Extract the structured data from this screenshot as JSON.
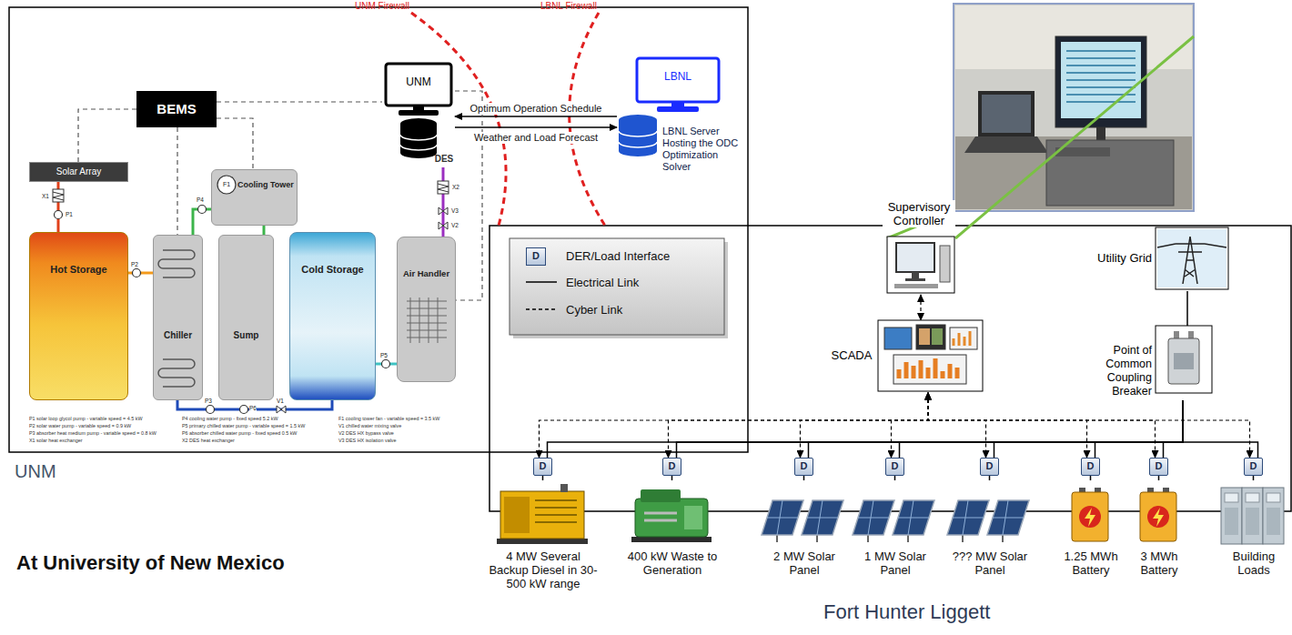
{
  "diagram": {
    "nodes": [
      {
        "text": [
          "UNM"
        ]
      },
      {
        "text": [
          "LBNL",
          "LBNL Server Hosting the ODC Optimization Solver"
        ]
      },
      {
        "text": [
          "BEMS"
        ]
      },
      {
        "text": [
          "Solar Array"
        ]
      },
      {
        "text": [
          "Cooling Tower"
        ]
      },
      {
        "text": [
          "DES"
        ]
      },
      {
        "text": [
          "Hot Storage"
        ]
      },
      {
        "text": [
          "Chiller"
        ]
      },
      {
        "text": [
          "Sump"
        ]
      },
      {
        "text": [
          "Cold Storage"
        ]
      },
      {
        "text": [
          "Air Handler"
        ]
      },
      {
        "text": [
          "Supervisory Controller"
        ]
      },
      {
        "text": [
          "Utility Grid"
        ]
      },
      {
        "text": [
          "SCADA"
        ]
      },
      {
        "text": [
          "Point of Common Coupling Breaker"
        ]
      },
      {
        "text": [
          "D"
        ]
      },
      {
        "text": [
          "D"
        ]
      },
      {
        "text": [
          "D"
        ]
      },
      {
        "text": [
          "D"
        ]
      },
      {
        "text": [
          "D"
        ]
      },
      {
        "text": [
          "D"
        ]
      },
      {
        "text": [
          "D"
        ]
      },
      {
        "text": [
          "D"
        ]
      },
      {
        "text": [
          "4 MW Several Backup Diesel in 30-500 kW range"
        ]
      },
      {
        "text": [
          "400 kW Waste to Generation"
        ]
      },
      {
        "text": [
          "2 MW Solar Panel"
        ]
      },
      {
        "text": [
          "1 MW Solar Panel"
        ]
      },
      {
        "text": [
          "??? MW Solar Panel"
        ]
      },
      {
        "text": [
          "1.25 MWh Battery"
        ]
      },
      {
        "text": [
          "3 MWh Battery"
        ]
      },
      {
        "text": [
          "Building Loads"
        ]
      }
    ],
    "edges": [
      {
        "from": 1,
        "to": 0,
        "arrow": "to",
        "label": "Optimum Operation Schedule"
      },
      {
        "from": 0,
        "to": 1,
        "arrow": "to",
        "label": "Weather and Load Forecast"
      },
      {
        "from": 2,
        "to": 0,
        "arrow": "none"
      },
      {
        "from": 2,
        "to": 3,
        "arrow": "none"
      },
      {
        "from": 2,
        "to": 7,
        "arrow": "none"
      },
      {
        "from": 2,
        "to": 4,
        "arrow": "none"
      },
      {
        "from": 0,
        "to": 10,
        "arrow": "none"
      },
      {
        "from": 3,
        "to": 6,
        "arrow": "none"
      },
      {
        "from": 6,
        "to": 7,
        "arrow": "none"
      },
      {
        "from": 7,
        "to": 4,
        "arrow": "none"
      },
      {
        "from": 4,
        "to": 8,
        "arrow": "none"
      },
      {
        "from": 7,
        "to": 9,
        "arrow": "none"
      },
      {
        "from": 9,
        "to": 10,
        "arrow": "none"
      },
      {
        "from": 5,
        "to": 10,
        "arrow": "none"
      },
      {
        "from": 11,
        "to": 13,
        "arrow": "both"
      },
      {
        "from": 12,
        "to": 14,
        "arrow": "none"
      },
      {
        "from": 13,
        "to": 15,
        "arrow": "both"
      },
      {
        "from": 13,
        "to": 16,
        "arrow": "both"
      },
      {
        "from": 13,
        "to": 17,
        "arrow": "both"
      },
      {
        "from": 13,
        "to": 18,
        "arrow": "both"
      },
      {
        "from": 13,
        "to": 19,
        "arrow": "both"
      },
      {
        "from": 13,
        "to": 20,
        "arrow": "both"
      },
      {
        "from": 13,
        "to": 21,
        "arrow": "both"
      },
      {
        "from": 13,
        "to": 22,
        "arrow": "both"
      },
      {
        "from": 14,
        "to": 15,
        "arrow": "none"
      },
      {
        "from": 14,
        "to": 16,
        "arrow": "none"
      },
      {
        "from": 14,
        "to": 17,
        "arrow": "none"
      },
      {
        "from": 14,
        "to": 18,
        "arrow": "none"
      },
      {
        "from": 14,
        "to": 19,
        "arrow": "none"
      },
      {
        "from": 14,
        "to": 20,
        "arrow": "none"
      },
      {
        "from": 14,
        "to": 21,
        "arrow": "none"
      },
      {
        "from": 14,
        "to": 22,
        "arrow": "none"
      },
      {
        "from": 15,
        "to": 23,
        "arrow": "none"
      },
      {
        "from": 16,
        "to": 24,
        "arrow": "none"
      },
      {
        "from": 17,
        "to": 25,
        "arrow": "none"
      },
      {
        "from": 18,
        "to": 26,
        "arrow": "none"
      },
      {
        "from": 19,
        "to": 27,
        "arrow": "none"
      },
      {
        "from": 20,
        "to": 28,
        "arrow": "none"
      },
      {
        "from": 21,
        "to": 29,
        "arrow": "none"
      },
      {
        "from": 22,
        "to": 30,
        "arrow": "none"
      }
    ],
    "labels": [
      "UNM Firewall",
      "LBNL Firewall",
      "X1",
      "P1",
      "P2",
      "P3",
      "P4",
      "F1",
      "X2",
      "V3",
      "P5",
      "V1",
      "P6",
      "V2",
      "P1 solar loop glycol pump - variable speed = 4.5 kW",
      "P2 solar water pump - variable speed = 0.9 kW",
      "P3 absorber heat medium pump - variable speed = 0.8 kW",
      "X1 solar heat exchanger",
      "P4 cooling water pump - fixed speed 5.2 kW",
      "P5 primary chilled water pump - variable speed = 1.5 kW",
      "P6 absorber chilled water pump - fixed speed 0.5 kW",
      "X2 DES heat exchanger",
      "F1 cooling tower fan - variable speed = 3.5 kW",
      "V1 chilled water mixing valve",
      "V2 DES HX bypass valve",
      "V3 DES HX isolation valve",
      "UNM",
      "At University of New Mexico",
      "D",
      "Fort Hunter Liggett"
    ],
    "legend": [
      {
        "text": "DER/Load Interface"
      },
      {
        "text": "Electrical Link"
      },
      {
        "text": "Cyber Link"
      }
    ]
  }
}
